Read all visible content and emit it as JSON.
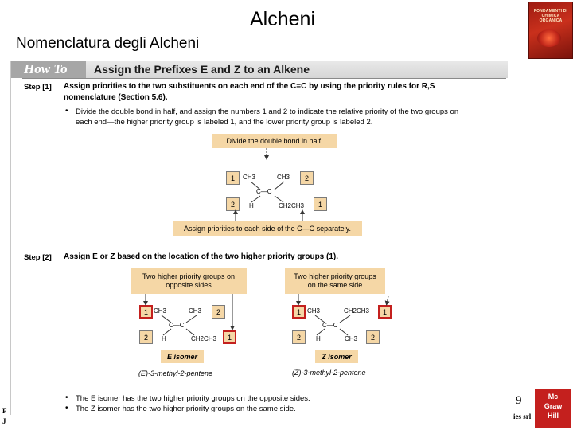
{
  "slide": {
    "title": "Alcheni",
    "subtitle": "Nomenclatura degli Alcheni",
    "slide_number": "9",
    "footer_left_1": "F",
    "footer_left_2": "J",
    "footer_publisher": "ies srl",
    "logo_lines": [
      "Mc",
      "Graw",
      "Hill"
    ],
    "cover_text": "FONDAMENTI DI CHIMICA ORGANICA"
  },
  "howto": {
    "tab_label": "How To",
    "heading": "Assign the Prefixes E and Z to an Alkene",
    "step1": {
      "label": "Step [1]",
      "text_line1": "Assign priorities to the two substituents on each end of the C=C by using the priority rules for R,S",
      "text_line2": "nomenclature (Section 5.6).",
      "bullet_line1": "Divide the double bond in half, and assign the numbers 1 and 2 to indicate the relative priority of the two groups on",
      "bullet_line2": "each end—the higher priority group is labeled 1, and the lower priority group is labeled 2.",
      "divide_box": "Divide the double bond in half.",
      "separately_box": "Assign priorities to each side of the C—C separately.",
      "structure": {
        "tl": "CH3",
        "tr": "CH3",
        "bl": "H",
        "br": "CH2CH3",
        "cc": "C—C",
        "p_tl": "1",
        "p_tr": "2",
        "p_bl": "2",
        "p_br": "1"
      }
    },
    "step2": {
      "label": "Step [2]",
      "text": "Assign E or Z based on the location of the two higher priority groups (1).",
      "e_box": "Two higher priority groups on opposite sides",
      "z_box": "Two higher priority groups on the same side",
      "e_isomer": {
        "tl": "CH3",
        "tr": "CH3",
        "bl": "H",
        "br": "CH2CH3",
        "cc": "C—C",
        "p_tl": "1",
        "p_tr": "2",
        "p_bl": "2",
        "p_br": "1",
        "isomer_box": "E isomer",
        "name": "(E)-3-methyl-2-pentene"
      },
      "z_isomer": {
        "tl": "CH3",
        "tr": "CH2CH3",
        "bl": "H",
        "br": "CH3",
        "cc": "C—C",
        "p_tl": "1",
        "p_tr": "1",
        "p_bl": "2",
        "p_br": "2",
        "isomer_box": "Z isomer",
        "name": "(Z)-3-methyl-2-pentene"
      },
      "bullet1": "The E isomer has the two higher priority groups on the opposite sides.",
      "bullet2": "The Z isomer has the two higher priority groups on the same side."
    }
  },
  "colors": {
    "highlight": "#f5d7a6",
    "priority_border": "#c4201e",
    "header_tab": "#a6a6a6"
  }
}
